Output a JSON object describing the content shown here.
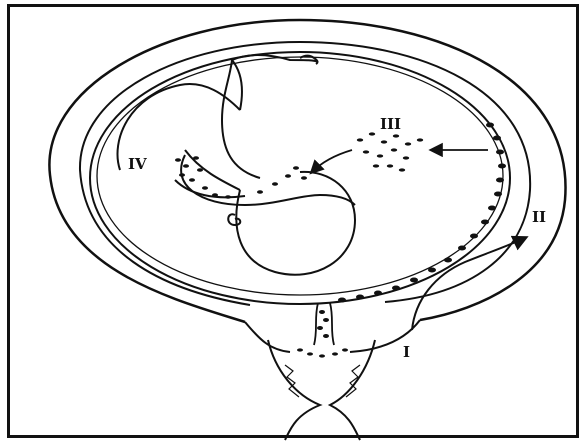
{
  "labels": {
    "stage_1": "I",
    "stage_2": "II",
    "stage_3": "III",
    "stage_4": "IV"
  },
  "colors": {
    "ink": "#111111",
    "background": "#ffffff"
  }
}
